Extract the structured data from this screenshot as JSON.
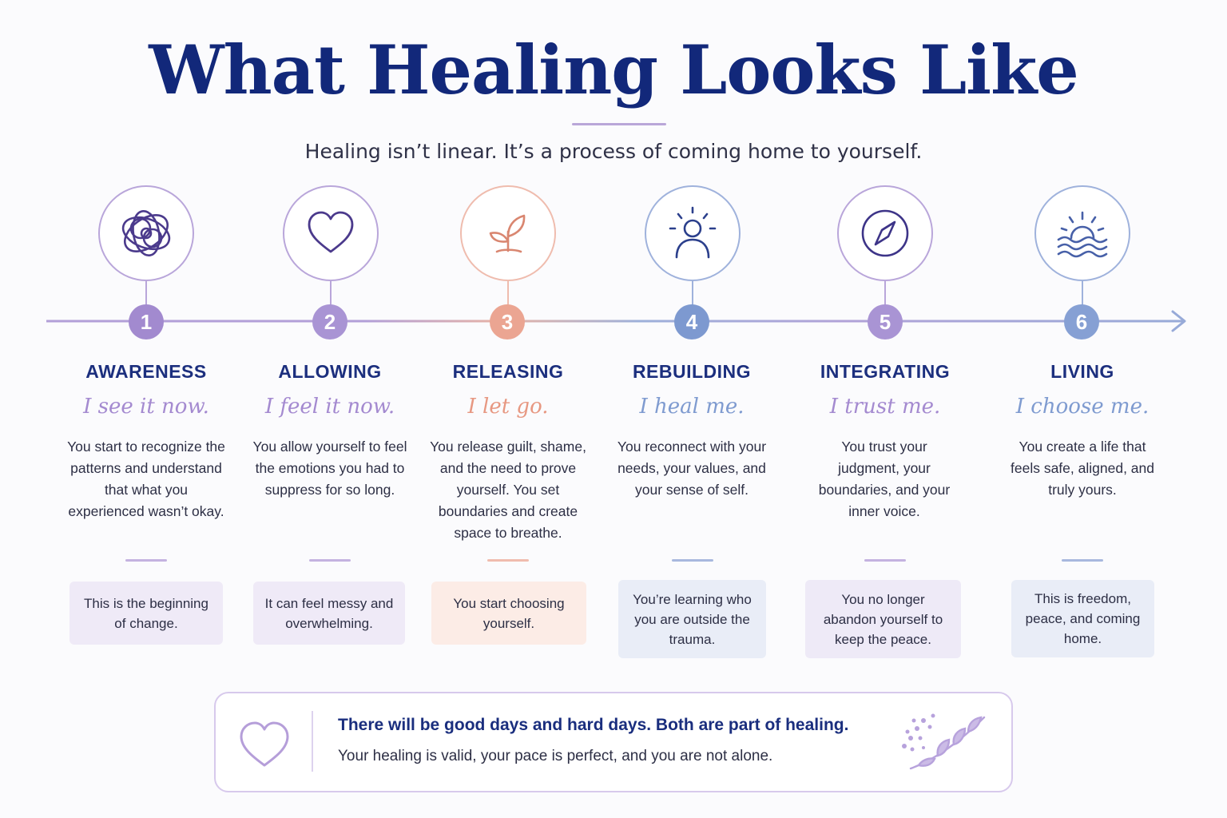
{
  "title": "What Healing Looks Like",
  "subtitle": "Healing isn’t linear. It’s a process of coming home to yourself.",
  "stages": [
    {
      "number": "1",
      "name": "AWARENESS",
      "motto": "I see it now.",
      "desc": "You start to recognize the patterns and understand that what you experienced wasn’t okay.",
      "note": "This is the beginning of change.",
      "icon": "tangled-knot-icon",
      "color": "#9f86cc",
      "name_color": "#1c2f7e",
      "note_bg": "#efeaf7"
    },
    {
      "number": "2",
      "name": "ALLOWING",
      "motto": "I feel it now.",
      "desc": "You allow yourself to feel the emotions you had to suppress for so long.",
      "note": "It can feel messy and overwhelming.",
      "icon": "heart-icon",
      "color": "#a48ad0",
      "name_color": "#1c2f7e",
      "note_bg": "#efeaf7"
    },
    {
      "number": "3",
      "name": "RELEASING",
      "motto": "I let go.",
      "desc": "You release guilt, shame, and the need to prove yourself. You set boundaries and create space to breathe.",
      "note": "You start choosing yourself.",
      "icon": "sprout-icon",
      "color": "#e9a593",
      "name_color": "#1c2f7e",
      "note_bg": "#fcece6"
    },
    {
      "number": "4",
      "name": "REBUILDING",
      "motto": "I heal me.",
      "desc": "You reconnect with your needs, your values, and your sense of self.",
      "note": "You’re learning who you are outside the trauma.",
      "icon": "radiant-person-icon",
      "color": "#7f9bd0",
      "name_color": "#1c2f7e",
      "note_bg": "#e9edf7"
    },
    {
      "number": "5",
      "name": "INTEGRATING",
      "motto": "I trust me.",
      "desc": "You trust your judgment, your boundaries, and your inner voice.",
      "note": "You no longer abandon yourself to keep the peace.",
      "icon": "compass-icon",
      "color": "#a48ad0",
      "name_color": "#1c2f7e",
      "note_bg": "#eeeaf7"
    },
    {
      "number": "6",
      "name": "LIVING",
      "motto": "I choose me.",
      "desc": "You create a life that feels safe, aligned, and truly yours.",
      "note": "This is freedom, peace, and coming home.",
      "icon": "sunrise-over-water-icon",
      "color": "#8aa4d4",
      "name_color": "#1c2f7e",
      "note_bg": "#e9edf7"
    }
  ],
  "footer": {
    "headline": "There will be good days and hard days. Both are part of healing.",
    "message": "Your healing is valid, your pace is perfect, and you are not alone."
  }
}
